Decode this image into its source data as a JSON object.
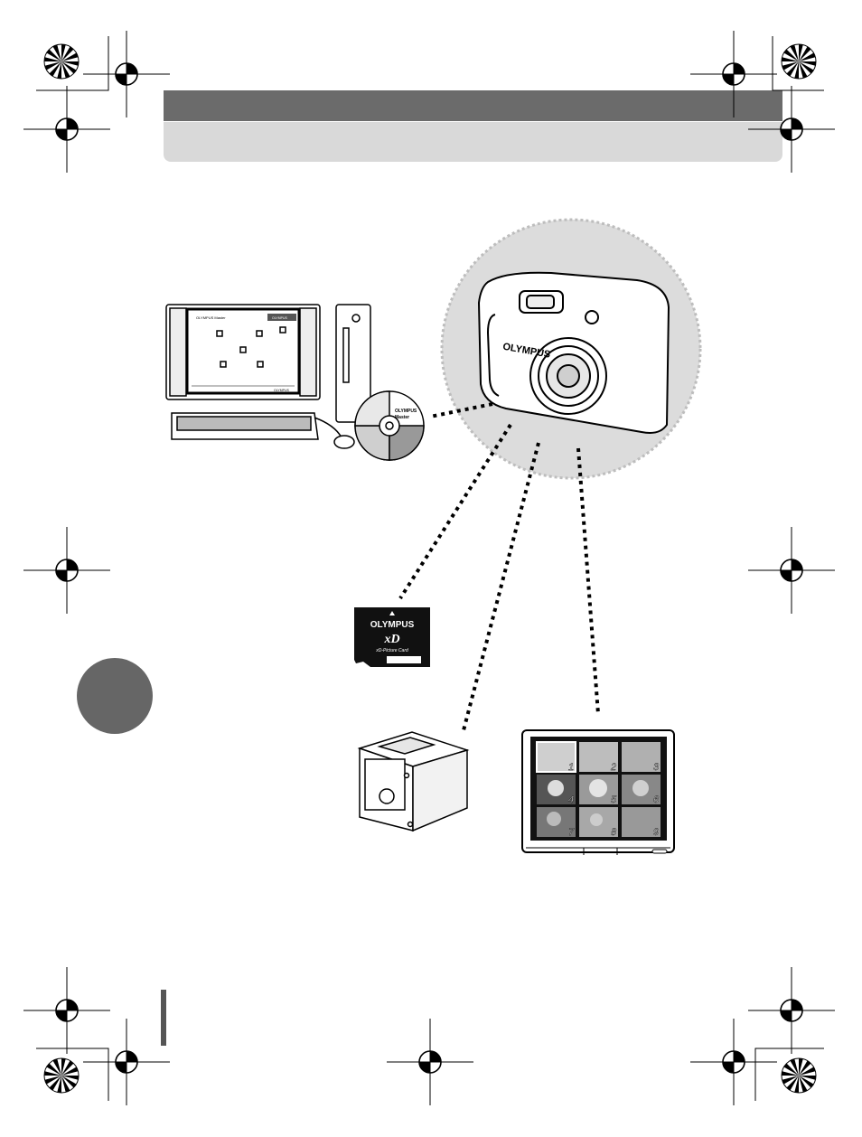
{
  "page": {
    "background": "#ffffff"
  },
  "colors": {
    "header_dark": "#6b6b6b",
    "header_light": "#d9d9d9",
    "camera_halo": "#dcdcdc"
  },
  "camera": {
    "brand": "OLYMPUS"
  },
  "computer_screen": {
    "app_title": "OLYMPUS Master",
    "menu_button": "OLYMPUS",
    "brand": "OLYMPUS"
  },
  "cd": {
    "line1": "OLYMPUS",
    "line2": "Master"
  },
  "xd_card": {
    "brand": "OLYMPUS",
    "logo": "xD",
    "caption": "xD-Picture Card"
  },
  "tv_index": {
    "numbers": [
      "1",
      "2",
      "3",
      "4",
      "5",
      "6",
      "7",
      "8",
      "9"
    ]
  }
}
